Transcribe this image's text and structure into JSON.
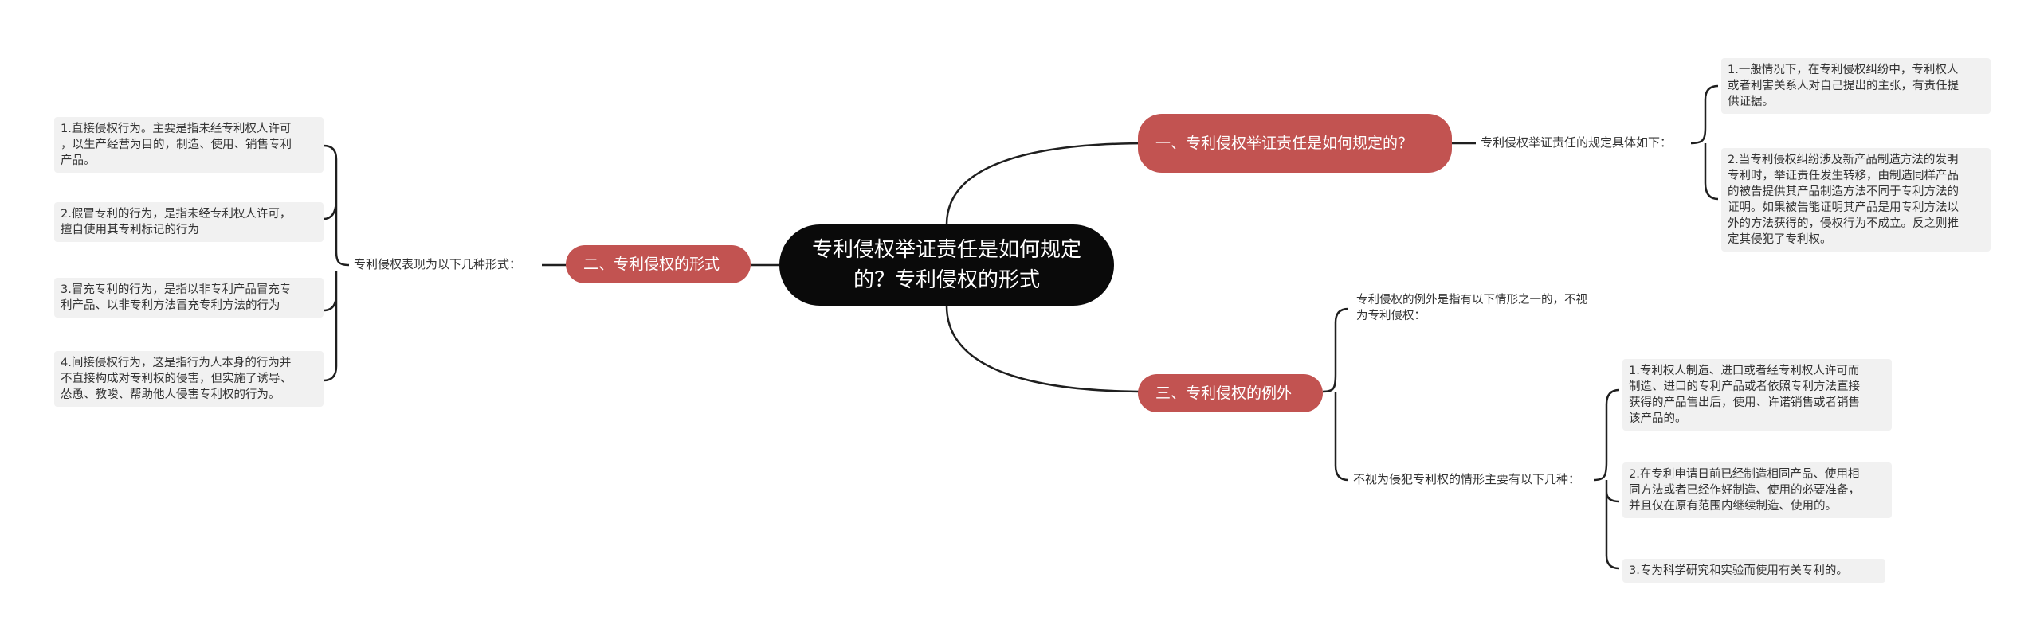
{
  "root": {
    "title": "专利侵权举证责任是如何规定的？专利侵权的形式"
  },
  "branches": {
    "b1": {
      "title": "一、专利侵权举证责任是如何规定的？",
      "label": "专利侵权举证责任的规定具体如下：",
      "items": [
        "1.一般情况下，在专利侵权纠纷中，专利权人\n或者利害关系人对自己提出的主张，有责任提\n供证据。",
        "2.当专利侵权纠纷涉及新产品制造方法的发明\n专利时，举证责任发生转移，由制造同样产品\n的被告提供其产品制造方法不同于专利方法的\n证明。如果被告能证明其产品是用专利方法以\n外的方法获得的，侵权行为不成立。反之则推\n定其侵犯了专利权。"
      ]
    },
    "b2": {
      "title": "二、专利侵权的形式",
      "label": "专利侵权表现为以下几种形式：",
      "items": [
        "1.直接侵权行为。主要是指未经专利权人许可\n，以生产经营为目的，制造、使用、销售专利\n产品。",
        "2.假冒专利的行为，是指未经专利权人许可，\n擅自使用其专利标记的行为",
        "3.冒充专利的行为，是指以非专利产品冒充专\n利产品、以非专利方法冒充专利方法的行为",
        "4.间接侵权行为，这是指行为人本身的行为并\n不直接构成对专利权的侵害，但实施了诱导、\n怂恿、教唆、帮助他人侵害专利权的行为。"
      ]
    },
    "b3": {
      "title": "三、专利侵权的例外",
      "note": "专利侵权的例外是指有以下情形之一的，不视\n为专利侵权：",
      "label": "不视为侵犯专利权的情形主要有以下几种：",
      "items": [
        "1.专利权人制造、进口或者经专利权人许可而\n制造、进口的专利产品或者依照专利方法直接\n获得的产品售出后，使用、许诺销售或者销售\n该产品的。",
        "2.在专利申请日前已经制造相同产品、使用相\n同方法或者已经作好制造、使用的必要准备，\n并且仅在原有范围内继续制造、使用的。",
        "3.专为科学研究和实验而使用有关专利的。"
      ]
    }
  },
  "colors": {
    "root": "#0a0a0a",
    "branch": "#c25351",
    "leaf_bg": "#f1f1f1",
    "line": "#1f1f1f"
  }
}
